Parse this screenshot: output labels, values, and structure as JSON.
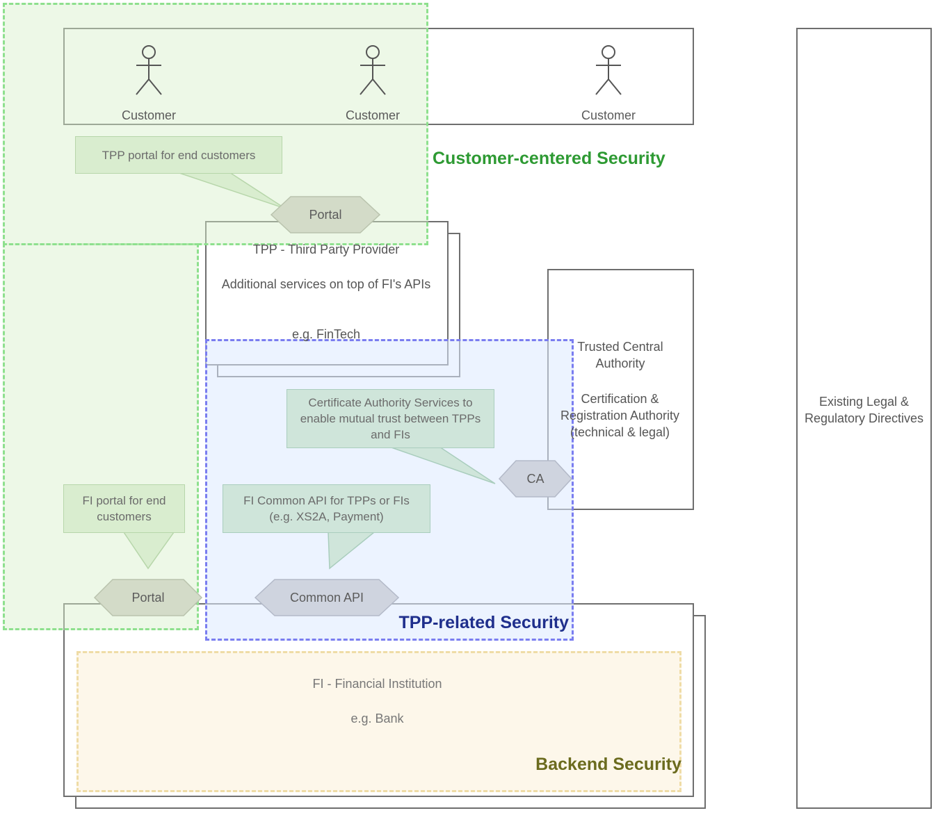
{
  "customers": [
    {
      "label": "Customer"
    },
    {
      "label": "Customer"
    },
    {
      "label": "Customer"
    }
  ],
  "zones": {
    "customer_centered": "Customer-centered Security",
    "tpp_related": "TPP-related Security",
    "backend": "Backend Security"
  },
  "callouts": {
    "tpp_portal": "TPP portal for end customers",
    "ca_services": "Certificate Authority Services to enable mutual trust between TPPs and FIs",
    "fi_portal": "FI portal for end customers",
    "fi_common_api": "FI Common API for TPPs or FIs (e.g. XS2A, Payment)"
  },
  "hexagons": {
    "tpp_portal": "Portal",
    "ca": "CA",
    "fi_portal": "Portal",
    "common_api": "Common API"
  },
  "tpp": {
    "title": "TPP - Third Party Provider",
    "desc": "Additional services on top of FI's APIs",
    "example": "e.g. FinTech"
  },
  "authority": {
    "title": "Trusted Central Authority",
    "desc": "Certification & Registration Authority (technical & legal)"
  },
  "fi": {
    "title": "FI - Financial Institution",
    "example": "e.g. Bank"
  },
  "legal": {
    "text": "Existing Legal & Regulatory Directives"
  },
  "colors": {
    "green_zone": "#8ee08e",
    "blue_zone": "#7a7df0",
    "yellow_zone": "#efdca6",
    "green_title": "#2e9a33",
    "blue_title": "#1f2f8c",
    "olive_title": "#6b6b1e"
  }
}
